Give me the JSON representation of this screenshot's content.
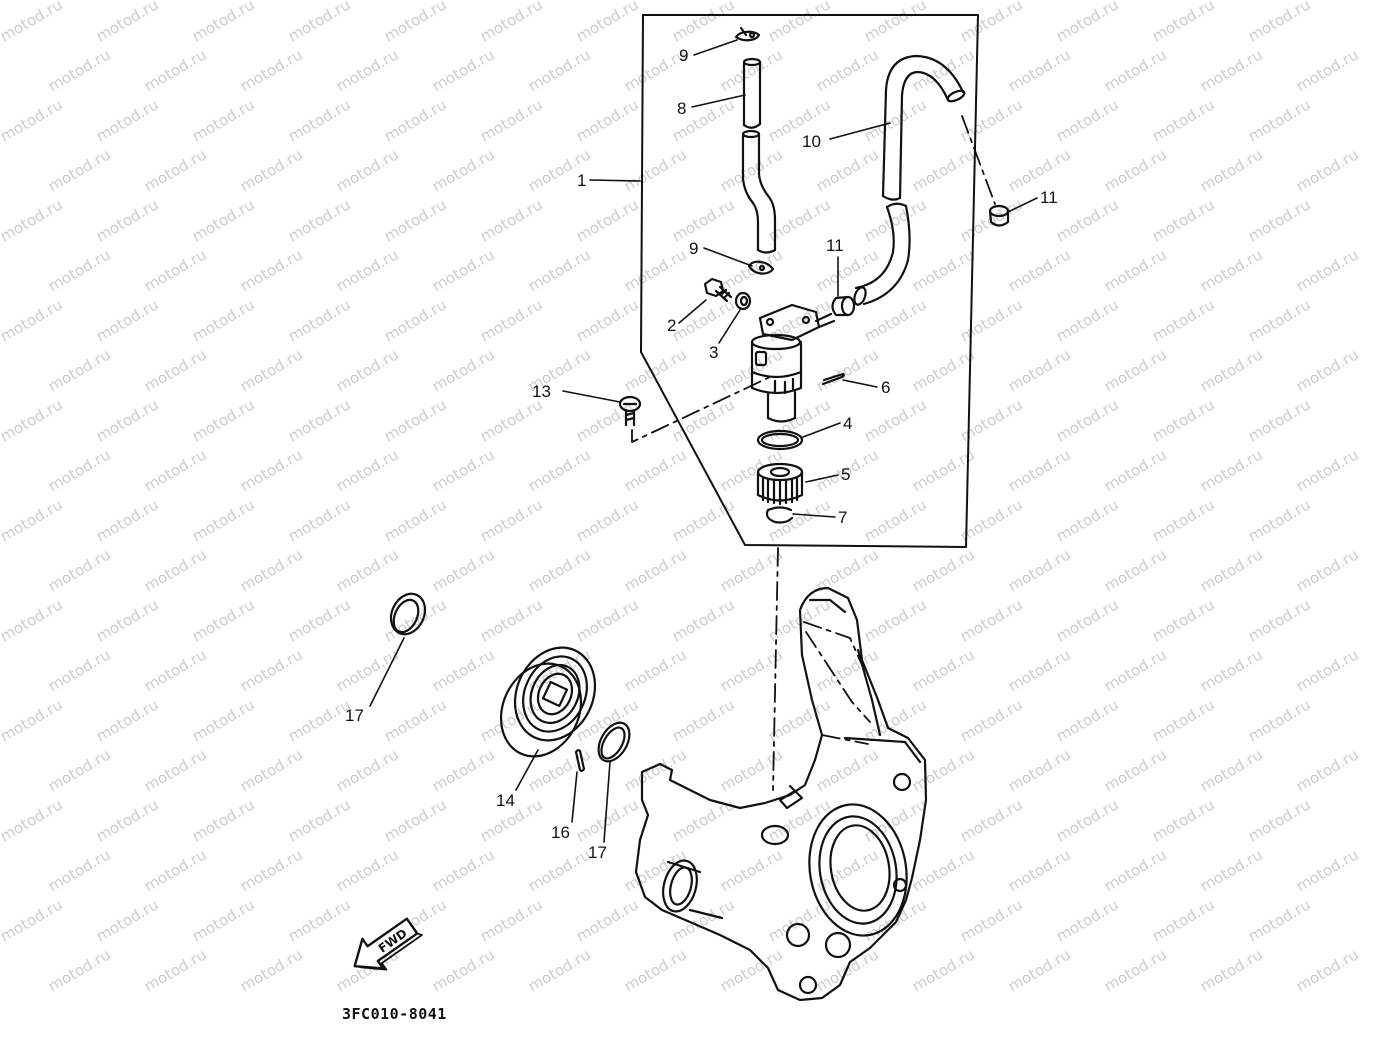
{
  "diagram": {
    "callouts": [
      "9",
      "8",
      "10",
      "11",
      "1",
      "9",
      "11",
      "2",
      "3",
      "6",
      "13",
      "4",
      "5",
      "7",
      "17",
      "14",
      "16",
      "17"
    ],
    "fwd_label": "FWD",
    "drawing_code": "3FC010-8041",
    "watermark": "motod.ru"
  },
  "colors": {
    "ink": "#111111",
    "watermark": "#cdcdcd",
    "background": "#ffffff"
  }
}
